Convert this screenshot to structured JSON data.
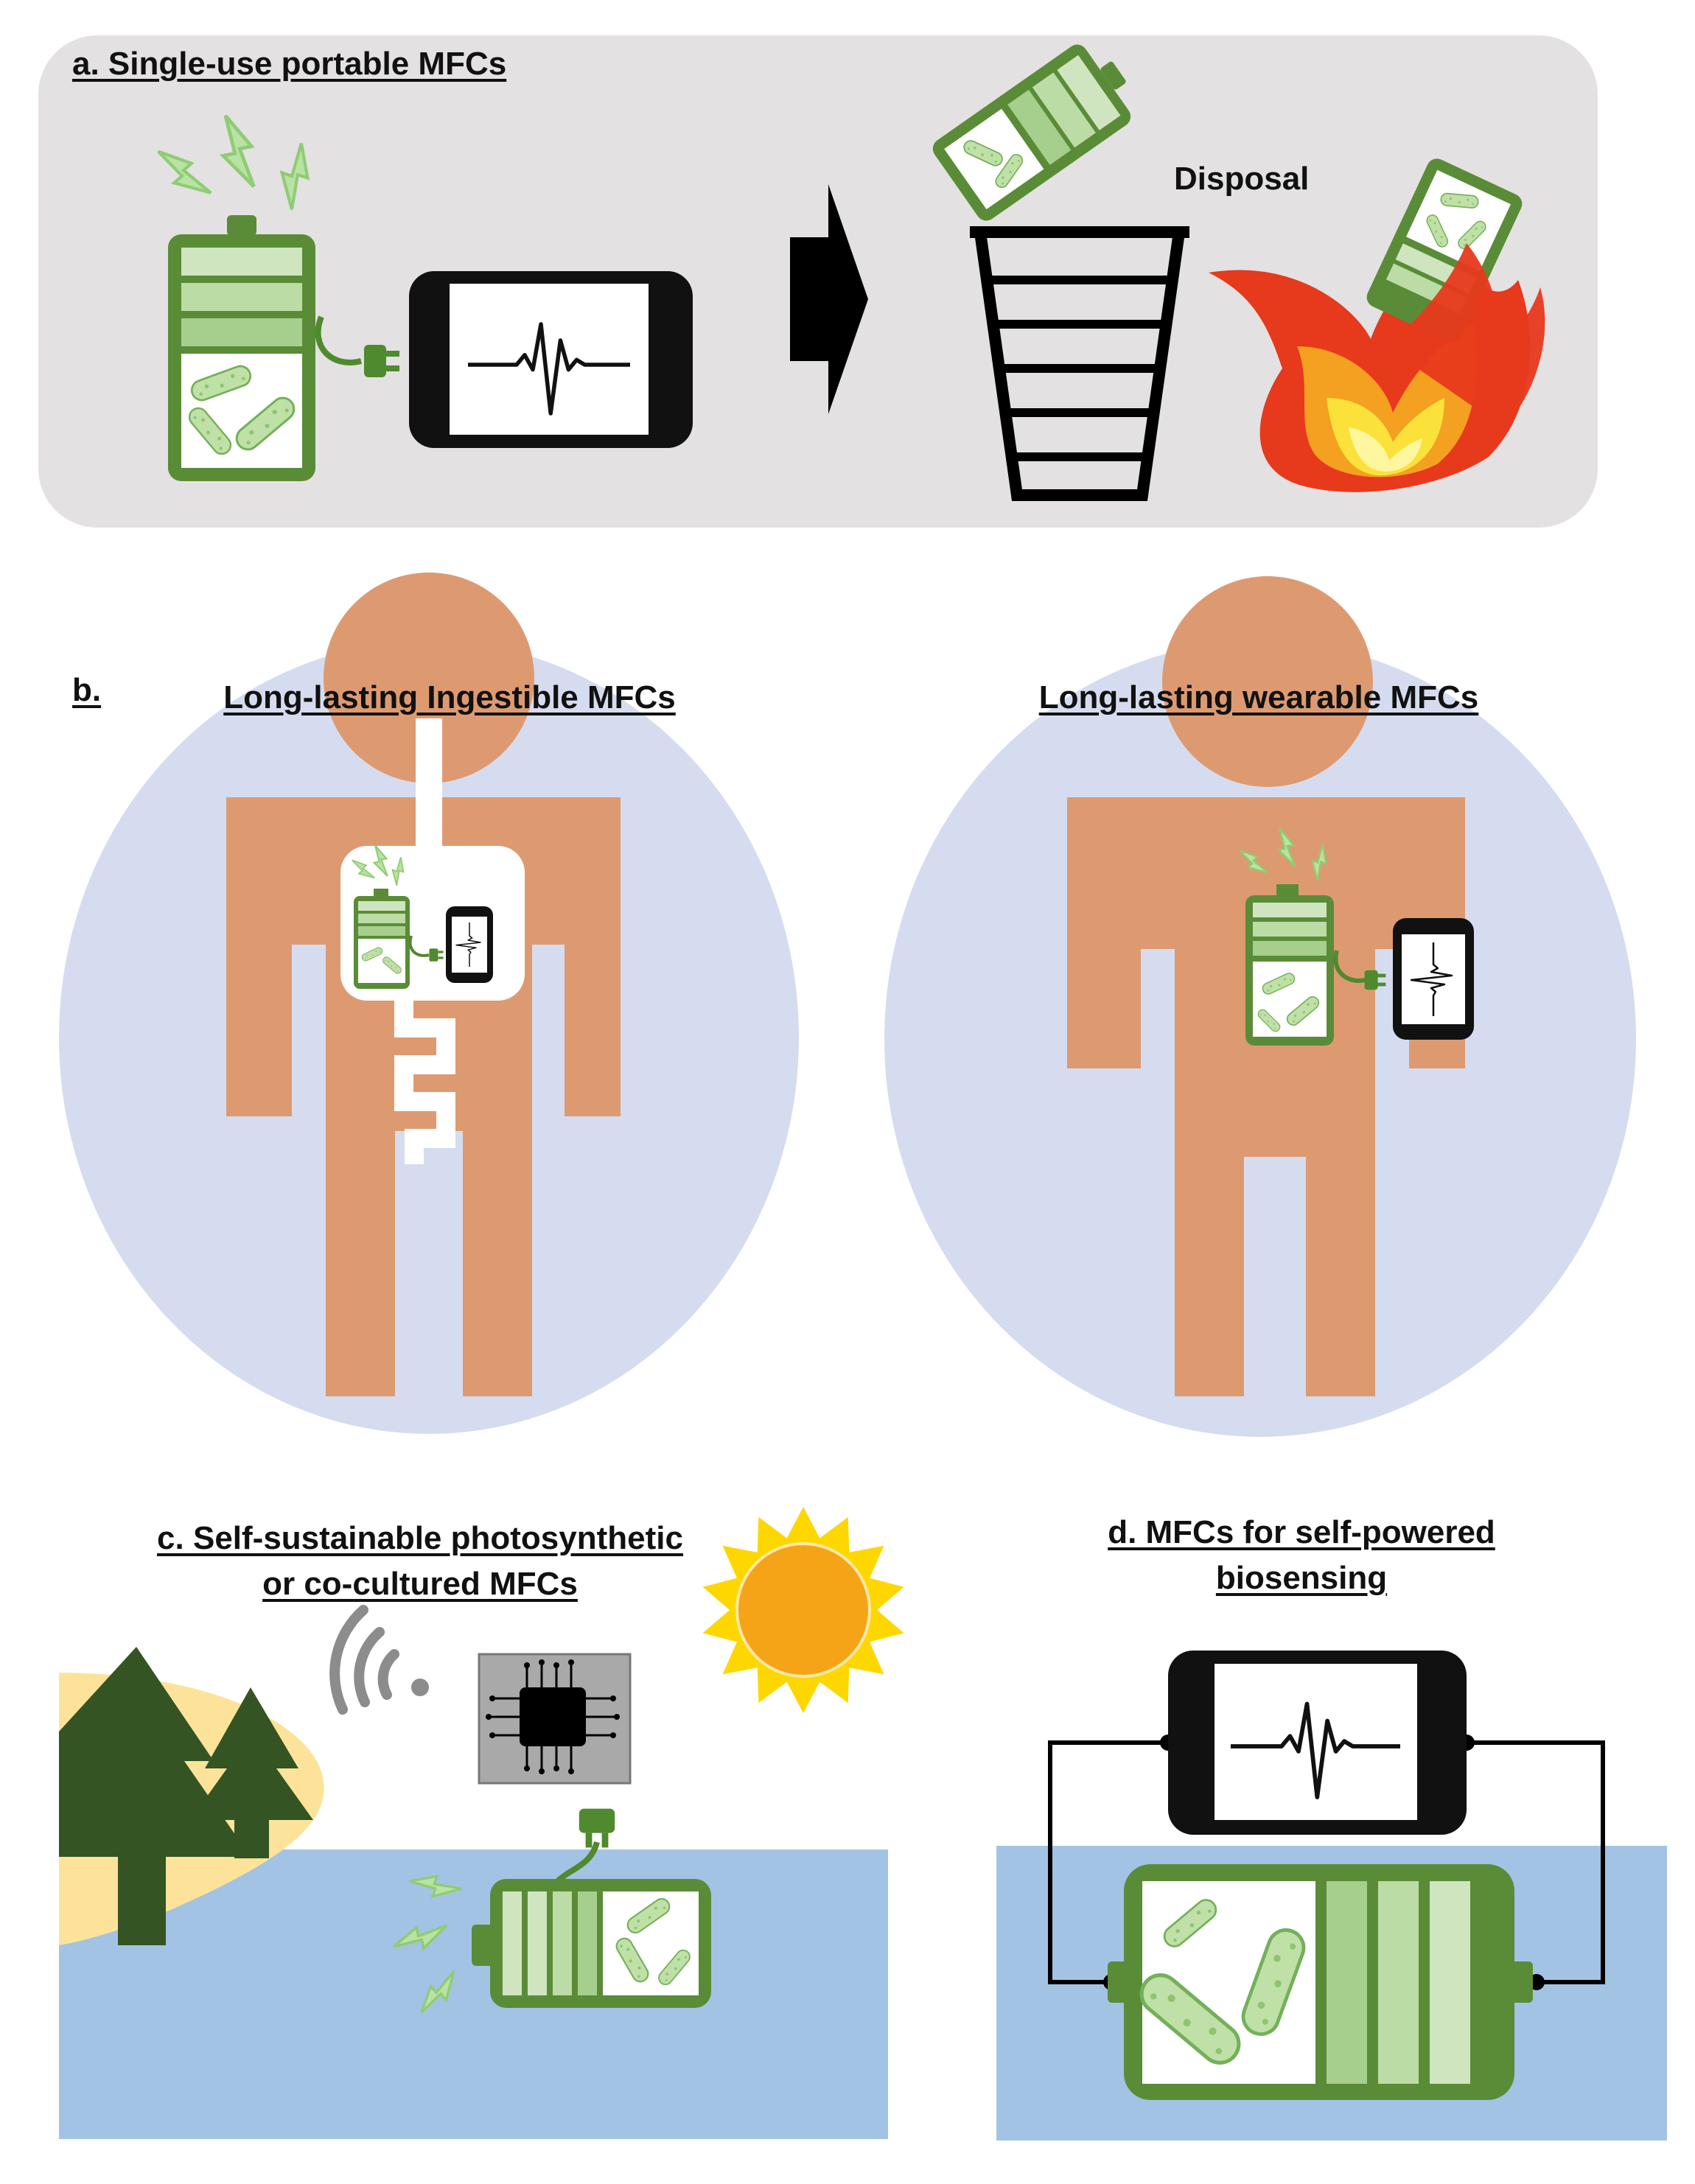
{
  "panels": {
    "a": {
      "title": "a. Single-use portable MFCs",
      "disposal_label": "Disposal",
      "icons": [
        "battery-icon",
        "smartphone-icon",
        "arrow-right-icon",
        "trash-bin-icon",
        "fire-icon"
      ]
    },
    "b": {
      "label": "b.",
      "ingestible_title": "Long-lasting Ingestible MFCs",
      "wearable_title": "Long-lasting wearable MFCs",
      "icons": [
        "human-body-icon",
        "digestive-tract-icon",
        "battery-icon",
        "smartphone-icon"
      ]
    },
    "c": {
      "title_line1": "c. Self-sustainable photosynthetic",
      "title_line2": "or co-cultured MFCs",
      "icons": [
        "tree-icon",
        "wifi-icon",
        "microchip-icon",
        "sun-icon",
        "battery-icon",
        "water-icon"
      ]
    },
    "d": {
      "title_line1": "d. MFCs for self-powered",
      "title_line2": "biosensing",
      "icons": [
        "smartphone-icon",
        "circuit-wire-icon",
        "battery-icon",
        "water-icon"
      ]
    }
  },
  "colors": {
    "panel_a_bg": "#e3e1e1",
    "body_circle": "#d5dcef",
    "skin": "#dd9a71",
    "battery_dark": "#5a8c37",
    "battery_mid": "#a6cf8d",
    "battery_light": "#cfe5c0",
    "water": "#a2c3e4",
    "sand": "#fde39a",
    "tree": "#345423",
    "sun": "#f5a418",
    "sun_rays": "#fed700"
  }
}
